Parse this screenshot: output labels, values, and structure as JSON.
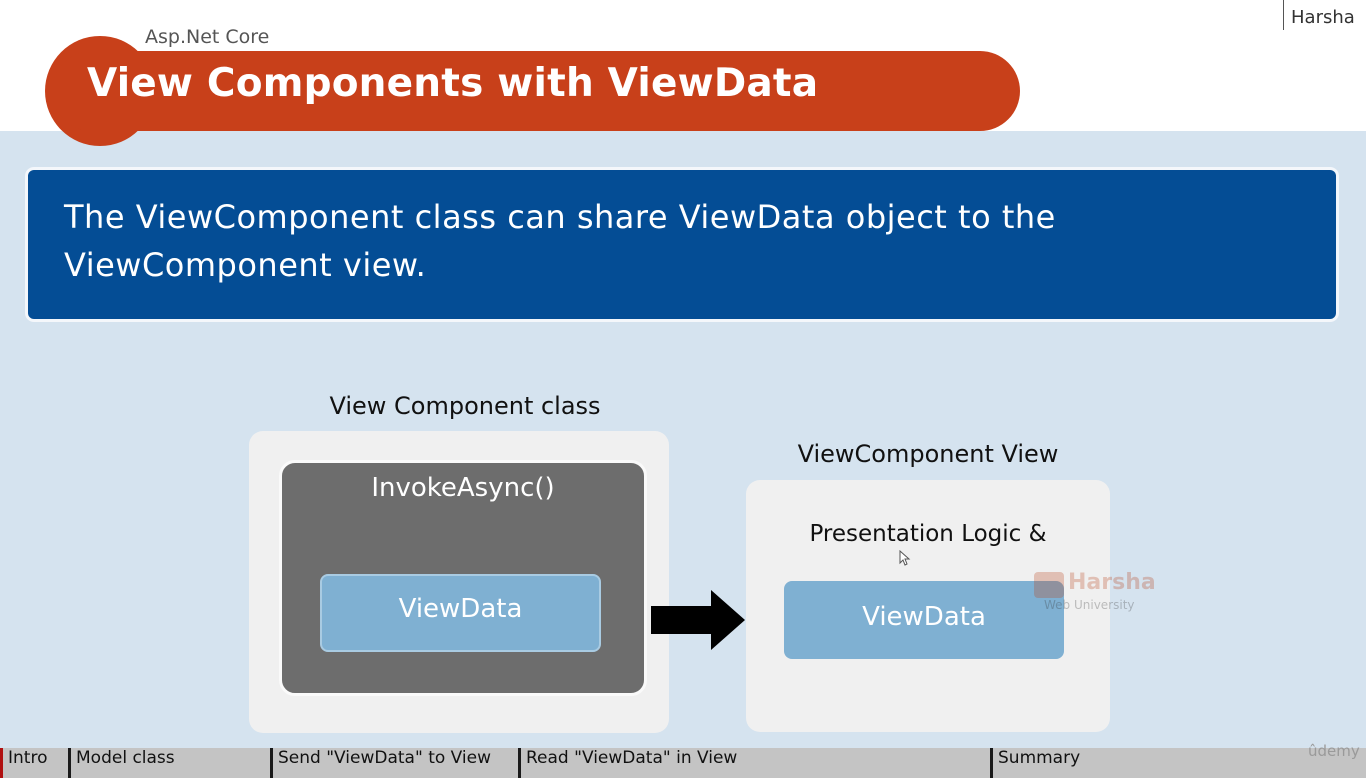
{
  "slide": {
    "author": "Harsha",
    "course": "Asp.Net Core",
    "title": "View Components with ViewData",
    "banner_text": "The ViewComponent class can share ViewData object to the ViewComponent view.",
    "colors": {
      "title_bar": "#c8401a",
      "banner": "#044d95",
      "background": "#d5e3ef",
      "viewdata_box": "#7fb0d2",
      "inner_box": "#6d6d6d"
    }
  },
  "diagram": {
    "left": {
      "heading": "View Component class",
      "method": "InvokeAsync()",
      "item": "ViewData"
    },
    "arrow_icon": "right-arrow-icon",
    "right": {
      "heading": "ViewComponent View",
      "description": "Presentation Logic &",
      "item": "ViewData"
    },
    "watermark": {
      "name": "Harsha",
      "subtitle": "Web University"
    }
  },
  "chapters": [
    {
      "label": "Intro"
    },
    {
      "label": "Model class"
    },
    {
      "label": "Send \"ViewData\" to View"
    },
    {
      "label": "Read \"ViewData\" in View"
    },
    {
      "label": "Summary"
    }
  ],
  "player": {
    "brand": "ûdemy"
  }
}
